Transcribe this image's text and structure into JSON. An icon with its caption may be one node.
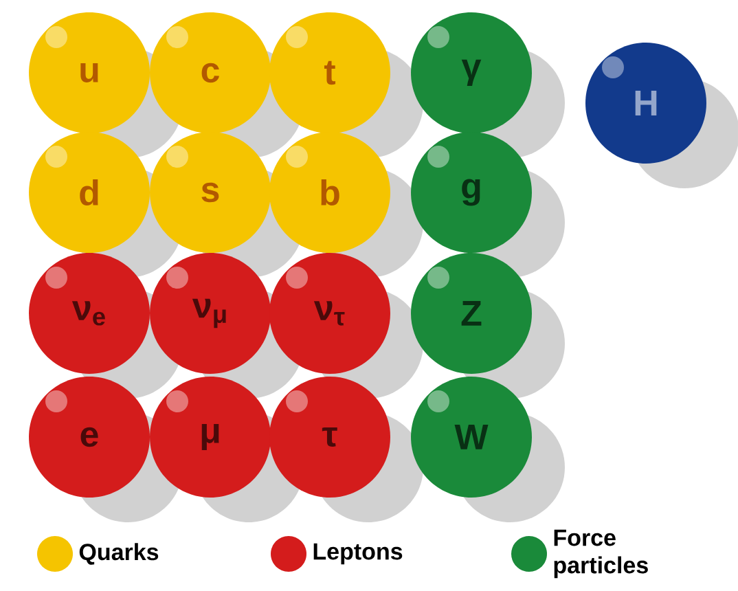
{
  "diagram": {
    "nodes": [
      {
        "text": [
          "u"
        ]
      },
      {
        "text": [
          "c"
        ]
      },
      {
        "text": [
          "t"
        ]
      },
      {
        "text": [
          "γ"
        ]
      },
      {
        "text": [
          "H"
        ]
      },
      {
        "text": [
          "d"
        ]
      },
      {
        "text": [
          "s"
        ]
      },
      {
        "text": [
          "b"
        ]
      },
      {
        "text": [
          "g"
        ]
      },
      {
        "text": [
          "ν$_{e}$"
        ]
      },
      {
        "text": [
          "ν$_{μ}$"
        ]
      },
      {
        "text": [
          "ν$_{τ}$"
        ]
      },
      {
        "text": [
          "Z"
        ]
      },
      {
        "text": [
          "e"
        ]
      },
      {
        "text": [
          "μ"
        ]
      },
      {
        "text": [
          "τ"
        ]
      },
      {
        "text": [
          "W"
        ]
      }
    ],
    "edges": [],
    "legend": [
      {
        "text": "Quarks",
        "color": "#f5c400"
      },
      {
        "text": "Leptons",
        "color": "#d41c1c"
      },
      {
        "text": "Force particles",
        "color": "#1a8a3a"
      }
    ]
  }
}
